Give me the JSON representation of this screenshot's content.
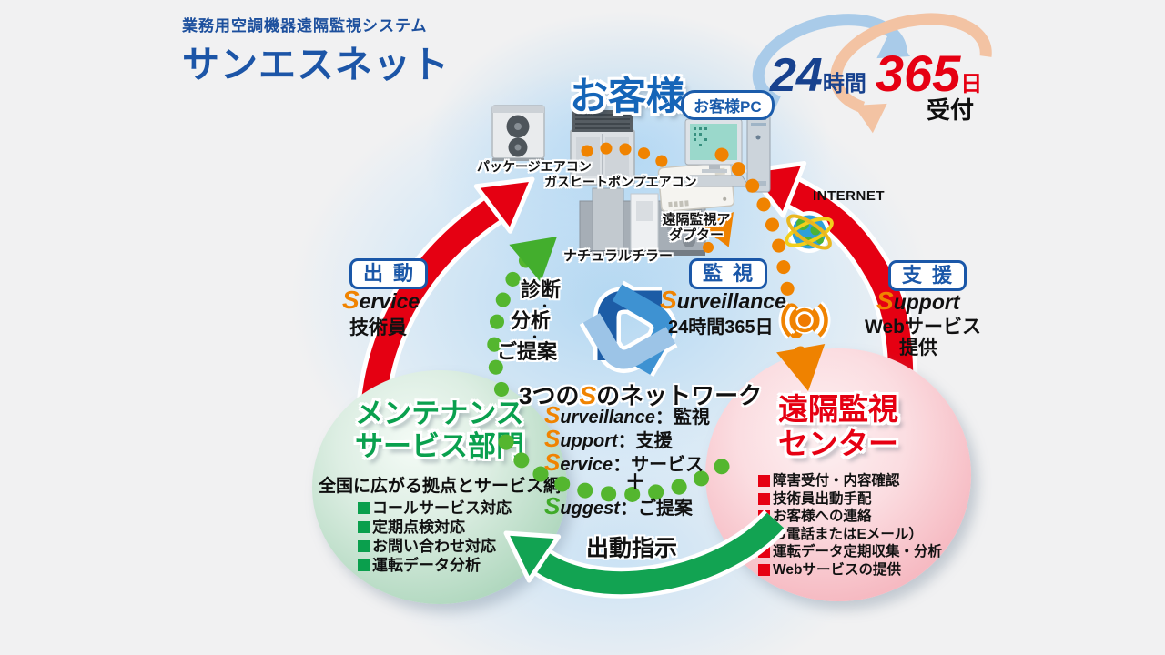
{
  "colors": {
    "brand_blue": "#1c55a7",
    "accent_red": "#e60012",
    "accent_orange": "#f08300",
    "accent_green": "#2ba84a",
    "suggest_green": "#3faa28",
    "glow_blue": "#cfe5f7",
    "green_circle": "#96c9a9",
    "pink_circle": "#f1a5b0"
  },
  "icons": {
    "brand": "triangle-pinwheel-logo",
    "internet": "globe-icon",
    "wireless": "wireless-signal-icon",
    "availability": "cycle-arrows-icon",
    "equipment": [
      "package-ac-icon",
      "ghp-ac-icon",
      "chiller-icon",
      "adapter-icon",
      "customer-pc-icon"
    ]
  },
  "header": {
    "system_label": "業務用空調機器遠隔監視システム",
    "brand": "サンエスネット"
  },
  "availability": {
    "hours_num": "24",
    "hours_unit": "時間",
    "days_num": "365",
    "days_unit": "日",
    "reception": "受付"
  },
  "customer": {
    "title": "お客様",
    "pc_label": "お客様PC",
    "internet_label": "INTERNET",
    "equipment": [
      "パッケージエアコン",
      "ガスヒートポンプエアコン",
      "ナチュラルチラー",
      "遠隔監視アダプター"
    ]
  },
  "flows": {
    "dispatch": {
      "badge": "出動",
      "s": "S",
      "word": "ervice",
      "desc": "技術員"
    },
    "surveillance": {
      "badge": "監視",
      "s": "S",
      "word": "urveillance",
      "desc": "24時間365日"
    },
    "support": {
      "badge": "支援",
      "s": "S",
      "word": "upport",
      "desc_line1": "Webサービス",
      "desc_line2": "提供"
    },
    "diagnosis": {
      "items": [
        "診断",
        "分析",
        "ご提案"
      ],
      "separator": "・"
    },
    "dispatch_order": "出動指示"
  },
  "network": {
    "title_pre": "3つの",
    "title_s": "S",
    "title_post": "のネットワーク",
    "colon": "：",
    "plus": "＋",
    "items": [
      {
        "s": "S",
        "word": "urveillance",
        "jp": "監視"
      },
      {
        "s": "S",
        "word": "upport",
        "jp": "支援"
      },
      {
        "s": "S",
        "word": "ervice",
        "jp": "サービス"
      },
      {
        "s": "S",
        "word": "uggest",
        "jp": "ご提案"
      }
    ]
  },
  "maintenance_dept": {
    "title_line1": "メンテナンス",
    "title_line2": "サービス部門",
    "subtitle": "全国に広がる拠点とサービス網",
    "items": [
      "コールサービス対応",
      "定期点検対応",
      "お問い合わせ対応",
      "運転データ分析"
    ]
  },
  "monitoring_center": {
    "title_line1": "遠隔監視",
    "title_line2": "センター",
    "items": [
      "障害受付・内容確認",
      "技術員出動手配",
      "お客様への連絡",
      "（お電話またはEメール）",
      "運転データ定期収集・分析",
      "Webサービスの提供"
    ]
  }
}
